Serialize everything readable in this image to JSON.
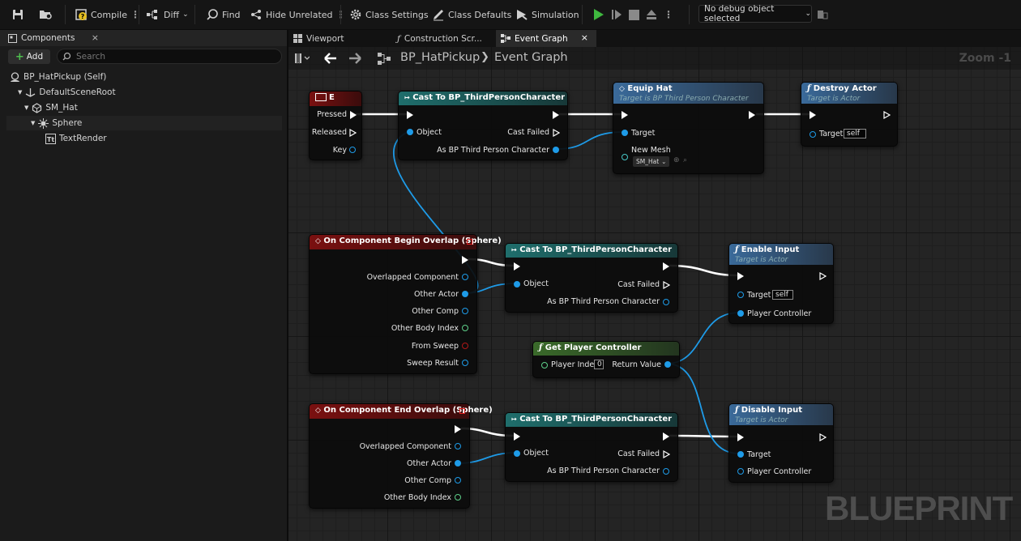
{
  "toolbar": {
    "compile": "Compile",
    "diff": "Diff",
    "find": "Find",
    "hide_unrelated": "Hide Unrelated",
    "class_settings": "Class Settings",
    "class_defaults": "Class Defaults",
    "simulation": "Simulation",
    "debug_object": "No debug object selected"
  },
  "components_panel": {
    "title": "Components",
    "add": "Add",
    "search_placeholder": "Search",
    "tree": [
      "BP_HatPickup (Self)",
      "DefaultSceneRoot",
      "SM_Hat",
      "Sphere",
      "TextRender"
    ]
  },
  "tabs": [
    "Viewport",
    "Construction Scr...",
    "Event Graph"
  ],
  "breadcrumb": {
    "blueprint": "BP_HatPickup",
    "graph": "Event Graph"
  },
  "zoom": "Zoom -1",
  "watermark": "BLUEPRINT",
  "nodes": {
    "key_e": {
      "title": "E",
      "pins": [
        "Pressed",
        "Released",
        "Key"
      ]
    },
    "cast1": {
      "title": "Cast To BP_ThirdPersonCharacter",
      "pins": [
        "Object",
        "Cast Failed",
        "As BP Third Person Character"
      ]
    },
    "equip": {
      "title": "Equip Hat",
      "subtitle": "Target is BP Third Person Character",
      "pins": [
        "Target",
        "New Mesh"
      ],
      "mesh_value": "SM_Hat"
    },
    "destroy": {
      "title": "Destroy Actor",
      "subtitle": "Target is Actor",
      "pins": [
        "Target"
      ],
      "target_value": "self"
    },
    "begin_overlap": {
      "title": "On Component Begin Overlap (Sphere)",
      "pins": [
        "Overlapped Component",
        "Other Actor",
        "Other Comp",
        "Other Body Index",
        "From Sweep",
        "Sweep Result"
      ]
    },
    "cast2": {
      "title": "Cast To BP_ThirdPersonCharacter",
      "pins": [
        "Object",
        "Cast Failed",
        "As BP Third Person Character"
      ]
    },
    "enable_input": {
      "title": "Enable Input",
      "subtitle": "Target is Actor",
      "pins": [
        "Target",
        "Player Controller"
      ],
      "target_value": "self"
    },
    "get_pc": {
      "title": "Get Player Controller",
      "pins": [
        "Player Index",
        "Return Value"
      ],
      "index_value": "0"
    },
    "end_overlap": {
      "title": "On Component End Overlap (Sphere)",
      "pins": [
        "Overlapped Component",
        "Other Actor",
        "Other Comp",
        "Other Body Index"
      ]
    },
    "cast3": {
      "title": "Cast To BP_ThirdPersonCharacter",
      "pins": [
        "Object",
        "Cast Failed",
        "As BP Third Person Character"
      ]
    },
    "disable_input": {
      "title": "Disable Input",
      "subtitle": "Target is Actor",
      "pins": [
        "Target",
        "Player Controller"
      ]
    }
  }
}
